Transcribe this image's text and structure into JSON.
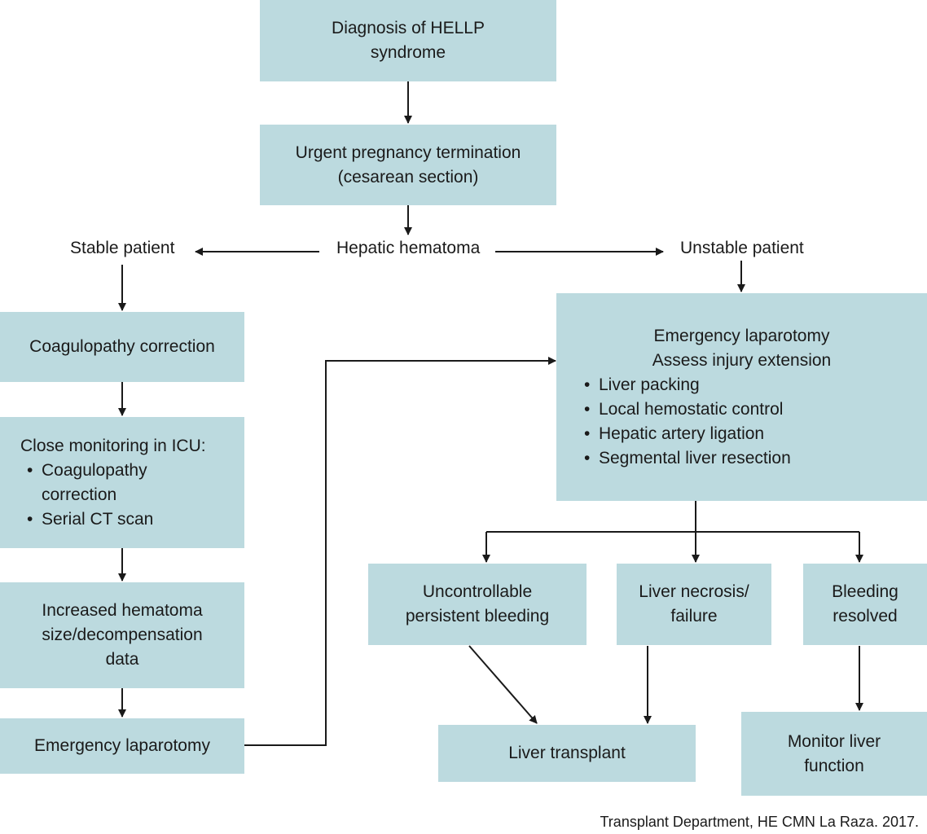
{
  "boxes": {
    "diagnosis": [
      "Diagnosis of HELLP",
      "syndrome"
    ],
    "termination": [
      "Urgent pregnancy termination",
      "(cesarean section)"
    ],
    "coagulopathy": "Coagulopathy correction",
    "monitoring": {
      "title": "Close monitoring in ICU:",
      "items": [
        "Coagulopathy",
        "correction",
        "Serial CT scan"
      ]
    },
    "increased": [
      "Increased hematoma",
      "size/decompensation",
      "data"
    ],
    "emergency_left": "Emergency laparotomy",
    "emergency_right": {
      "lines": [
        "Emergency laparotomy",
        "Assess injury extension"
      ],
      "items": [
        "Liver packing",
        "Local hemostatic control",
        "Hepatic artery ligation",
        "Segmental liver resection"
      ]
    },
    "uncontrollable": [
      "Uncontrollable",
      "persistent bleeding"
    ],
    "necrosis": [
      "Liver necrosis/",
      "failure"
    ],
    "resolved": [
      "Bleeding",
      "resolved"
    ],
    "transplant": "Liver transplant",
    "monitor_liver": [
      "Monitor liver",
      "function"
    ]
  },
  "labels": {
    "hepatic_hematoma": "Hepatic hematoma",
    "stable": "Stable patient",
    "unstable": "Unstable patient"
  },
  "caption": "Transplant Department, HE CMN La Raza. 2017.",
  "colors": {
    "box_fill": "#bcdadf",
    "arrow": "#1a1a1a"
  }
}
